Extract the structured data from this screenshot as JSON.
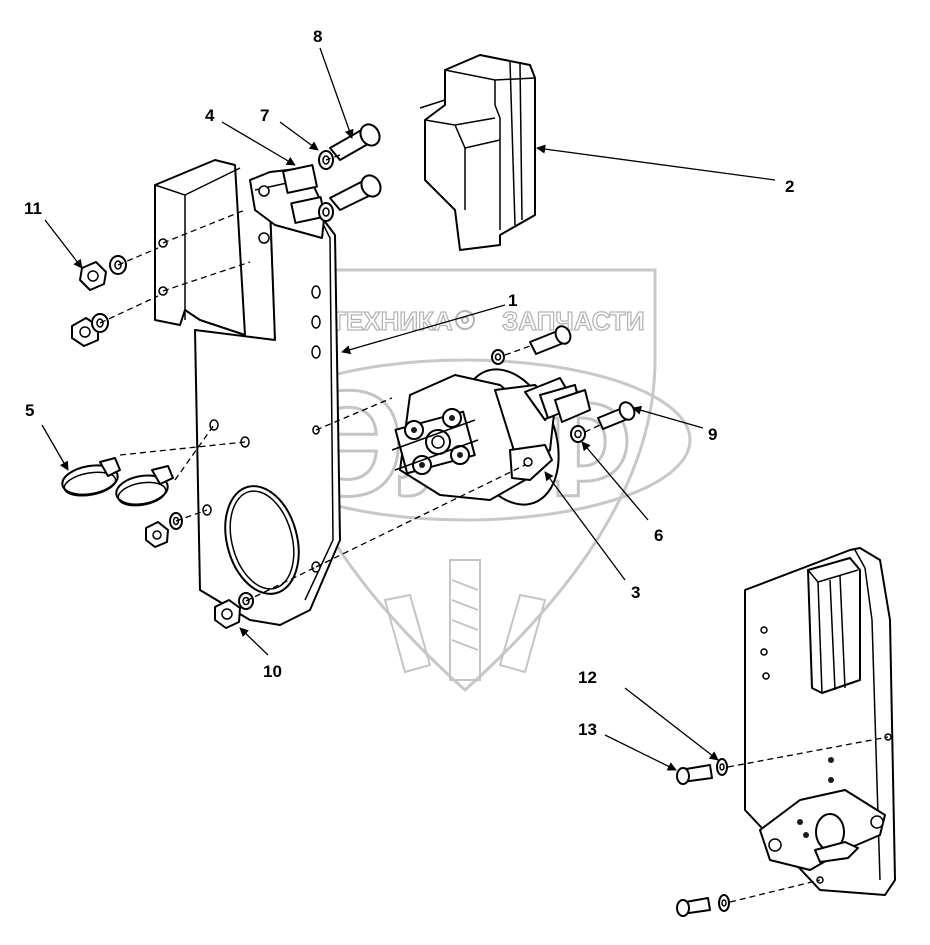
{
  "watermark": {
    "left_text": "ТЕХНИКА",
    "right_text": "ЗАПЧАСТИ",
    "big_text": "ЭЛФ",
    "logo_color": "#c4c4c4"
  },
  "callouts": [
    "1",
    "2",
    "3",
    "4",
    "5",
    "6",
    "7",
    "8",
    "9",
    "10",
    "11",
    "12",
    "13"
  ],
  "colors": {
    "line": "#000000",
    "background": "#ffffff"
  }
}
